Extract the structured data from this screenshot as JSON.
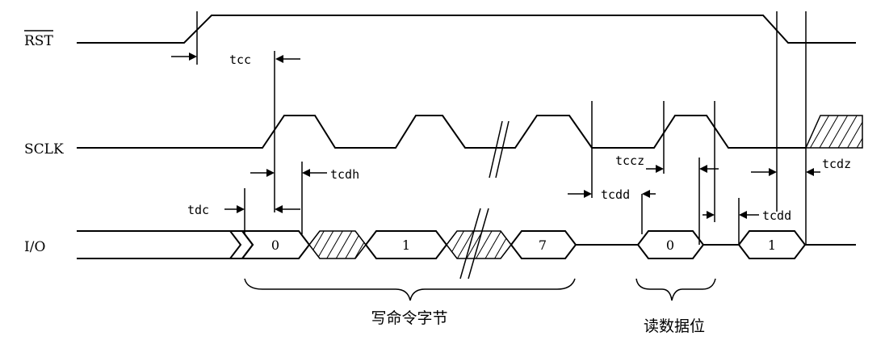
{
  "signals": {
    "rst": "RST",
    "sclk": "SCLK",
    "io": "I/O"
  },
  "timing": {
    "tcc": "tcc",
    "tcdh": "tcdh",
    "tdc": "tdc",
    "tcdd_left": "tcdd",
    "tccz": "tccz",
    "tcdd_right": "tcdd",
    "tcdz": "tcdz"
  },
  "bits": {
    "write_0": "0",
    "write_1": "1",
    "write_7": "7",
    "read_0": "0",
    "read_1": "1"
  },
  "captions": {
    "write_cmd": "写命令字节",
    "read_data": "读数据位"
  }
}
